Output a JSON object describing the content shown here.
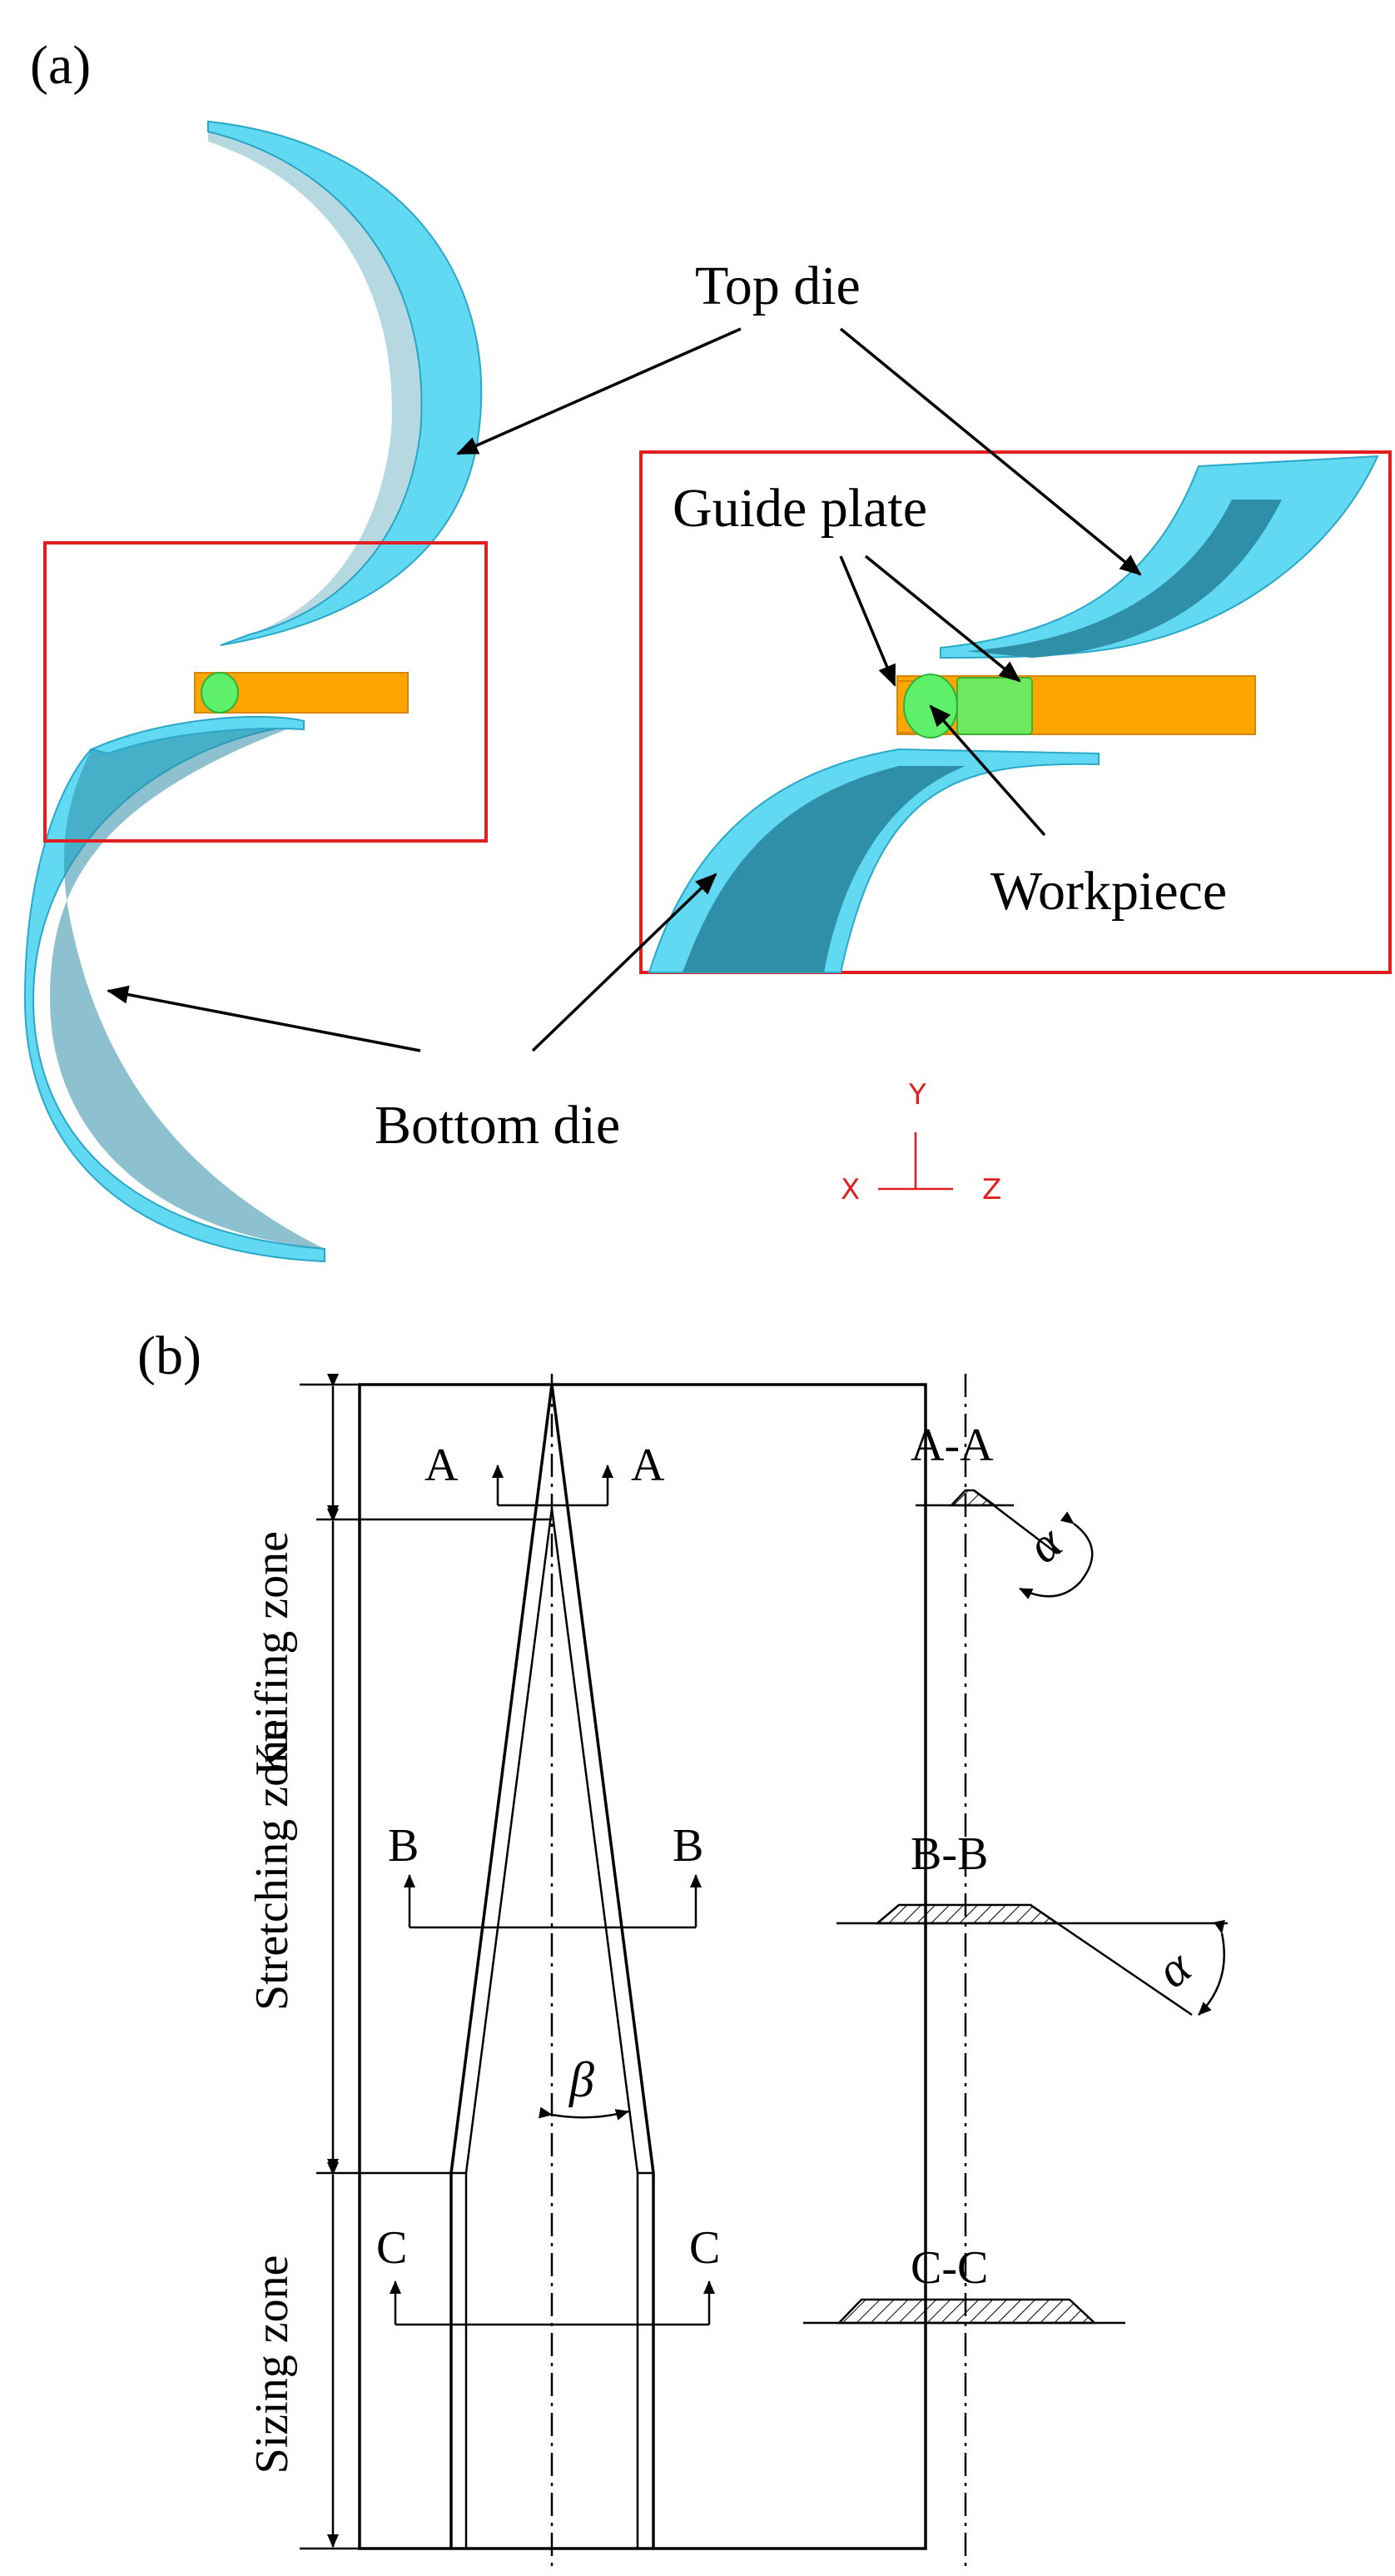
{
  "panel_a": {
    "label": "(a)",
    "callouts": {
      "top_die": "Top die",
      "guide_plate": "Guide plate",
      "workpiece": "Workpiece",
      "bottom_die": "Bottom die"
    },
    "axes": {
      "y": "Y",
      "x": "X",
      "z": "Z"
    },
    "colors": {
      "die": "#62d9f2",
      "die_shadow": "#2f8ea8",
      "guide_plate": "#ffa500",
      "workpiece": "#5ff06a",
      "highlight_box": "#e02020",
      "axis_triad": "#e02020"
    }
  },
  "panel_b": {
    "label": "(b)",
    "zones": {
      "knifing": "Knifing zone",
      "stretching": "Stretching zone",
      "sizing": "Sizing zone"
    },
    "sections": {
      "a_left": "A",
      "a_right": "A",
      "b_left": "B",
      "b_right": "B",
      "c_left": "C",
      "c_right": "C",
      "aa": "A-A",
      "bb": "B-B",
      "cc": "C-C"
    },
    "angles": {
      "alpha_1": "α",
      "alpha_2": "α",
      "beta": "β"
    }
  }
}
